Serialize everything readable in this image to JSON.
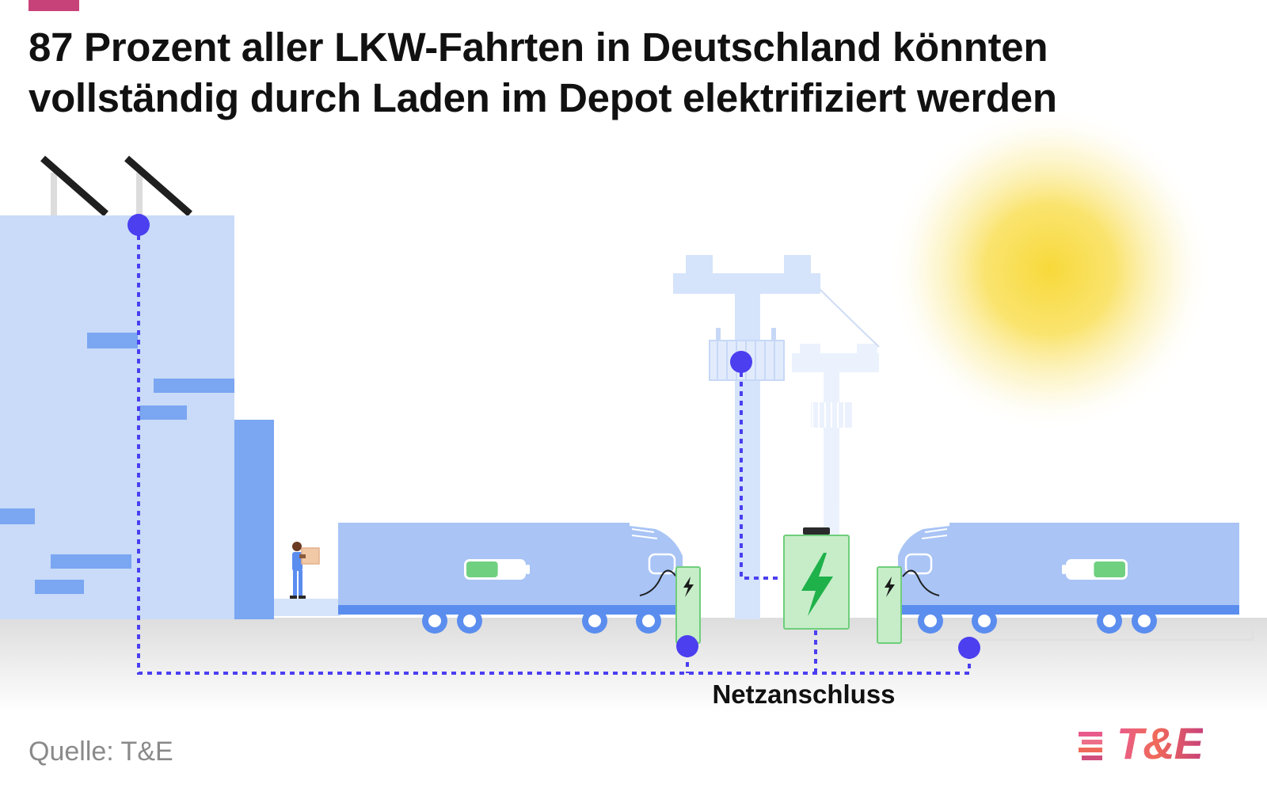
{
  "title": {
    "line1": "87 Prozent aller LKW-Fahrten in Deutschland könnten",
    "line2": "vollständig durch Laden im Depot elektrifiziert werden"
  },
  "labels": {
    "grid_connection": "Netzanschluss"
  },
  "source": "Quelle: T&E",
  "logo": {
    "text": "T&E",
    "icon": "te-stripes-logo-icon"
  },
  "colors": {
    "accent": "#c8427a",
    "building": "#c9dbf8",
    "building_dark": "#7aa6f2",
    "truck": "#a9c4f5",
    "truck_dark": "#5b8def",
    "connection": "#4b3ff0",
    "charger": "#c6edc8",
    "charger_border": "#6fce7b",
    "bolt": "#1fb14a",
    "sun": "#f8d93a",
    "pole": "#d5e3fb",
    "ground": "#e4e4e4"
  },
  "icons": {
    "solar_panels": "solar-panel-icon",
    "battery": "battery-icon",
    "lightning": "lightning-bolt-icon",
    "worker": "worker-with-box-icon",
    "sun": "sun-icon"
  },
  "diagram": {
    "trucks": [
      {
        "name": "left-truck",
        "battery_level": 0.55
      },
      {
        "name": "right-truck",
        "battery_level": 0.55
      }
    ]
  }
}
